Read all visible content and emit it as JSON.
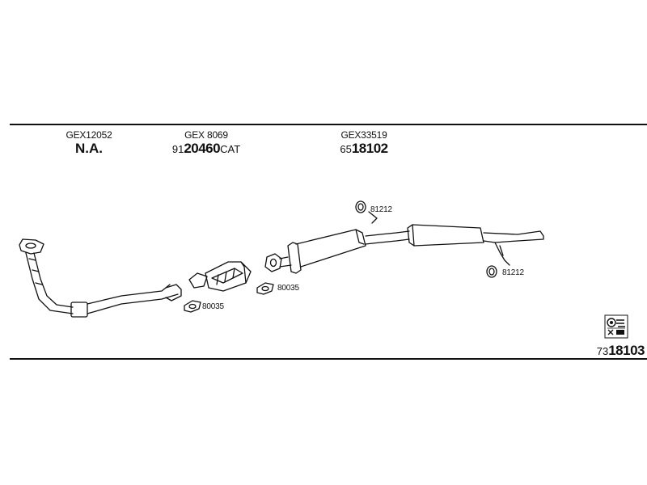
{
  "header": {
    "col1": {
      "code": "GEX12052",
      "status": "N.A."
    },
    "col2": {
      "code": "GEX 8069",
      "prefix": "91",
      "number": "20460",
      "suffix": "CAT"
    },
    "col3": {
      "code": "GEX33519",
      "prefix": "65",
      "number": "18102"
    }
  },
  "parts": {
    "gasket_front": "80035",
    "gasket_cat": "80035",
    "ring_top": "81212",
    "ring_rear": "81212"
  },
  "kit": {
    "prefix": "73",
    "number": "18103"
  },
  "icons": {
    "kit_icon": "parts-kit-icon"
  }
}
